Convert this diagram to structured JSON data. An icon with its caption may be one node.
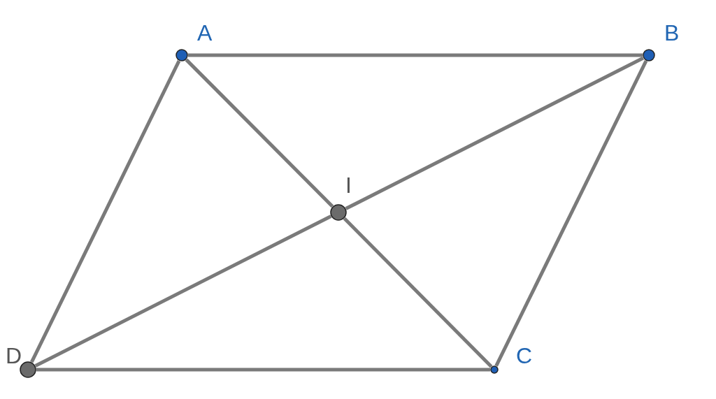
{
  "diagram": {
    "nodes": [
      {
        "text": [
          "A"
        ]
      },
      {
        "text": [
          "B"
        ]
      },
      {
        "text": [
          "C"
        ]
      },
      {
        "text": [
          "D"
        ]
      },
      {
        "text": [
          "I"
        ]
      }
    ],
    "edges": [
      {
        "from": 0,
        "to": 1,
        "arrow": "none"
      },
      {
        "from": 1,
        "to": 2,
        "arrow": "none"
      },
      {
        "from": 2,
        "to": 3,
        "arrow": "none"
      },
      {
        "from": 3,
        "to": 0,
        "arrow": "none"
      },
      {
        "from": 0,
        "to": 4,
        "arrow": "none"
      },
      {
        "from": 4,
        "to": 2,
        "arrow": "none"
      },
      {
        "from": 1,
        "to": 4,
        "arrow": "none"
      },
      {
        "from": 4,
        "to": 3,
        "arrow": "none"
      }
    ]
  }
}
